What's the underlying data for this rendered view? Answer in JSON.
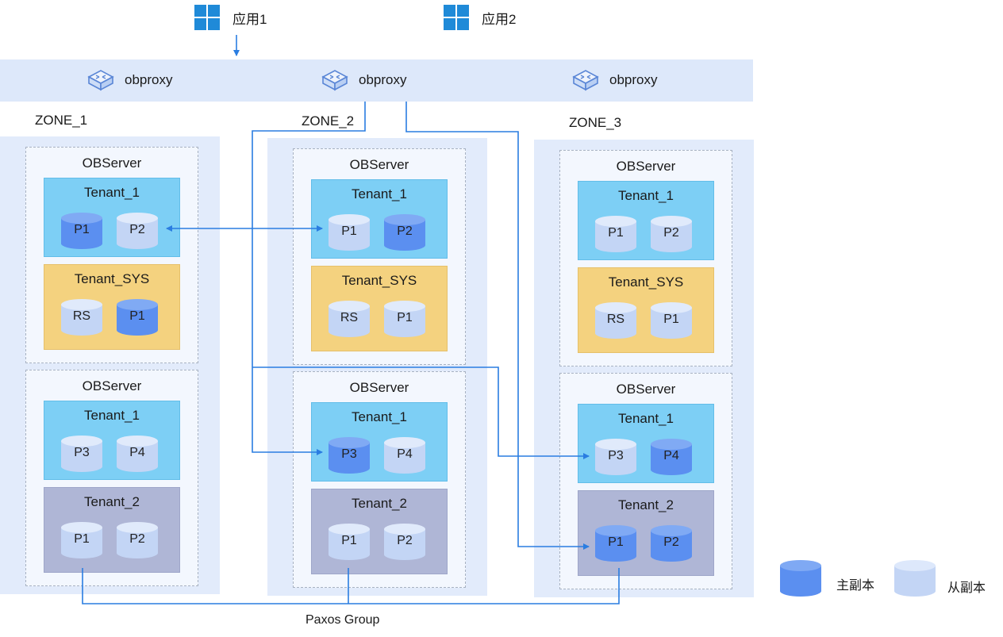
{
  "apps": [
    {
      "label": "应用1",
      "icon": "windows-icon"
    },
    {
      "label": "应用2",
      "icon": "windows-icon"
    }
  ],
  "proxies": [
    {
      "label": "obproxy",
      "icon": "router-icon"
    },
    {
      "label": "obproxy",
      "icon": "router-icon"
    },
    {
      "label": "obproxy",
      "icon": "router-icon"
    }
  ],
  "zones": [
    {
      "name": "ZONE_1",
      "servers": [
        {
          "title": "OBServer",
          "tenants": [
            {
              "name": "Tenant_1",
              "kind": "blue",
              "replicas": [
                {
                  "label": "P1",
                  "role": "leader"
                },
                {
                  "label": "P2",
                  "role": "follower"
                }
              ]
            },
            {
              "name": "Tenant_SYS",
              "kind": "yellow",
              "replicas": [
                {
                  "label": "RS",
                  "role": "follower"
                },
                {
                  "label": "P1",
                  "role": "leader"
                }
              ]
            }
          ]
        },
        {
          "title": "OBServer",
          "tenants": [
            {
              "name": "Tenant_1",
              "kind": "blue",
              "replicas": [
                {
                  "label": "P3",
                  "role": "follower"
                },
                {
                  "label": "P4",
                  "role": "follower"
                }
              ]
            },
            {
              "name": "Tenant_2",
              "kind": "gray",
              "replicas": [
                {
                  "label": "P1",
                  "role": "follower"
                },
                {
                  "label": "P2",
                  "role": "follower"
                }
              ]
            }
          ]
        }
      ]
    },
    {
      "name": "ZONE_2",
      "servers": [
        {
          "title": "OBServer",
          "tenants": [
            {
              "name": "Tenant_1",
              "kind": "blue",
              "replicas": [
                {
                  "label": "P1",
                  "role": "follower"
                },
                {
                  "label": "P2",
                  "role": "leader"
                }
              ]
            },
            {
              "name": "Tenant_SYS",
              "kind": "yellow",
              "replicas": [
                {
                  "label": "RS",
                  "role": "follower"
                },
                {
                  "label": "P1",
                  "role": "follower"
                }
              ]
            }
          ]
        },
        {
          "title": "OBServer",
          "tenants": [
            {
              "name": "Tenant_1",
              "kind": "blue",
              "replicas": [
                {
                  "label": "P3",
                  "role": "leader"
                },
                {
                  "label": "P4",
                  "role": "follower"
                }
              ]
            },
            {
              "name": "Tenant_2",
              "kind": "gray",
              "replicas": [
                {
                  "label": "P1",
                  "role": "follower"
                },
                {
                  "label": "P2",
                  "role": "follower"
                }
              ]
            }
          ]
        }
      ]
    },
    {
      "name": "ZONE_3",
      "servers": [
        {
          "title": "OBServer",
          "tenants": [
            {
              "name": "Tenant_1",
              "kind": "blue",
              "replicas": [
                {
                  "label": "P1",
                  "role": "follower"
                },
                {
                  "label": "P2",
                  "role": "follower"
                }
              ]
            },
            {
              "name": "Tenant_SYS",
              "kind": "yellow",
              "replicas": [
                {
                  "label": "RS",
                  "role": "follower"
                },
                {
                  "label": "P1",
                  "role": "follower"
                }
              ]
            }
          ]
        },
        {
          "title": "OBServer",
          "tenants": [
            {
              "name": "Tenant_1",
              "kind": "blue",
              "replicas": [
                {
                  "label": "P3",
                  "role": "follower"
                },
                {
                  "label": "P4",
                  "role": "leader"
                }
              ]
            },
            {
              "name": "Tenant_2",
              "kind": "gray",
              "replicas": [
                {
                  "label": "P1",
                  "role": "leader"
                },
                {
                  "label": "P2",
                  "role": "leader"
                }
              ]
            }
          ]
        }
      ]
    }
  ],
  "paxos_label": "Paxos Group",
  "legend": [
    {
      "label": "主副本",
      "role": "leader"
    },
    {
      "label": "从副本",
      "role": "follower"
    }
  ],
  "colors": {
    "leader": "#5b8ff0",
    "follower": "#c3d5f5",
    "line": "#2a7de1",
    "proxy_bar": "#dde8fa",
    "zone": "#e2ebfb"
  }
}
